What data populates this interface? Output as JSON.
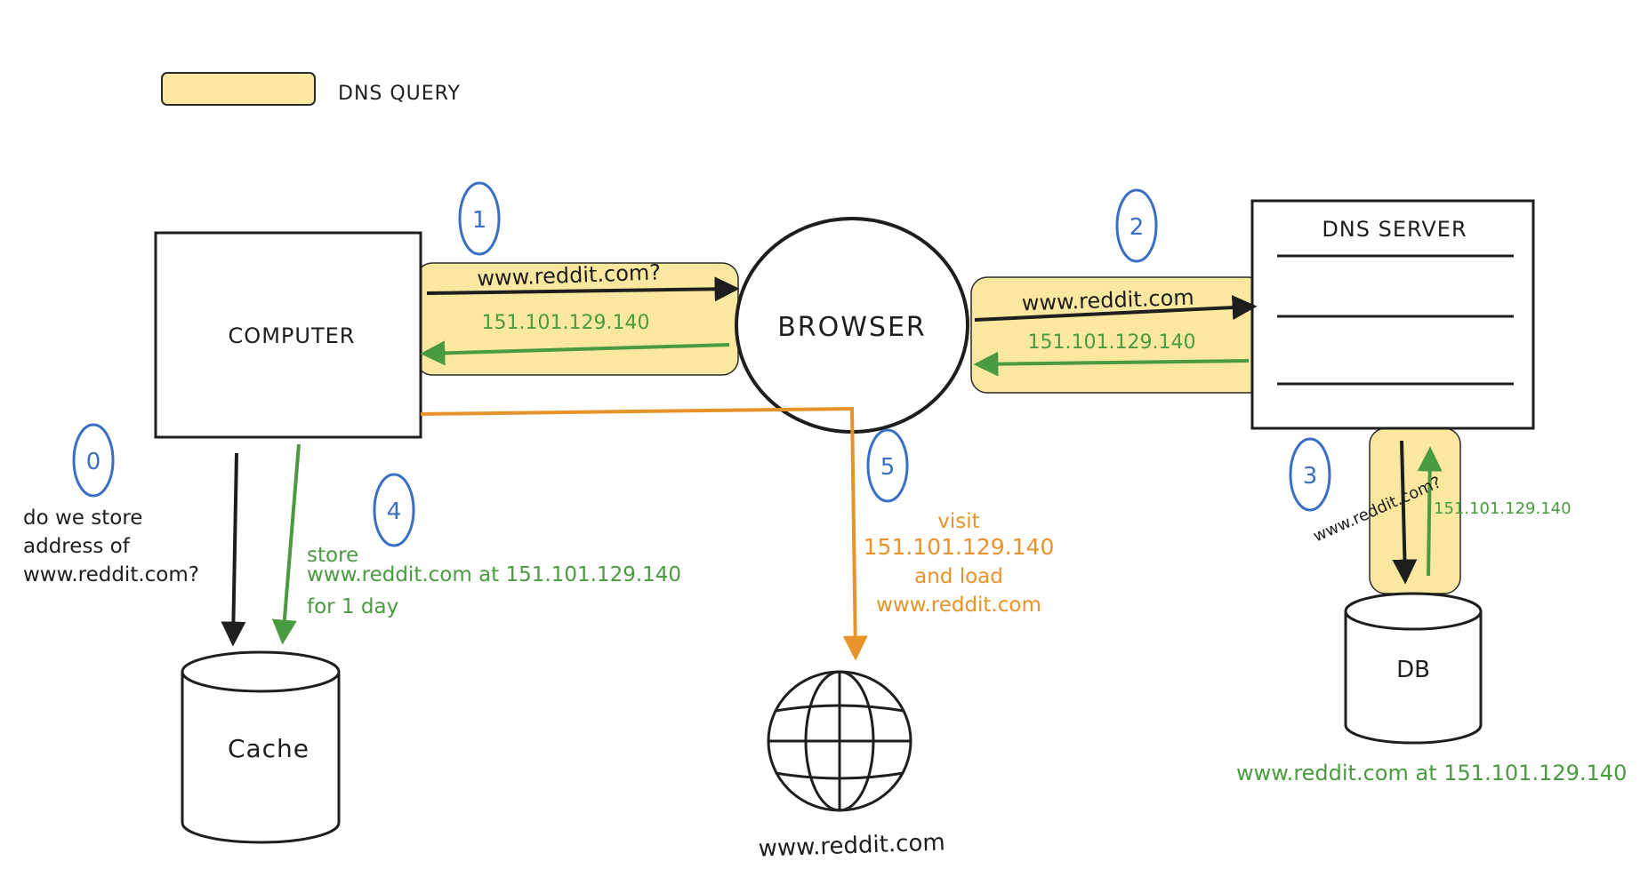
{
  "legend": {
    "label": "DNS QUERY",
    "swatch_color": "#fbe8a0"
  },
  "nodes": {
    "computer": "COMPUTER",
    "browser": "BROWSER",
    "dns_server": "DNS SERVER",
    "cache": "Cache",
    "db": "DB",
    "website": "www.reddit.com"
  },
  "steps": {
    "s0": {
      "number": "0",
      "lines": [
        "do we store",
        "address of",
        "www.reddit.com?"
      ]
    },
    "s1": {
      "number": "1",
      "query": "www.reddit.com?",
      "response": "151.101.129.140"
    },
    "s2": {
      "number": "2",
      "query": "www.reddit.com",
      "response": "151.101.129.140"
    },
    "s3": {
      "number": "3",
      "query": "www.reddit.com?",
      "response": "151.101.129.140"
    },
    "s4": {
      "number": "4",
      "lines": [
        "store",
        "www.reddit.com at 151.101.129.140",
        "for 1 day"
      ]
    },
    "s5": {
      "number": "5",
      "lines": [
        "visit",
        "151.101.129.140",
        "and load",
        "www.reddit.com"
      ]
    }
  },
  "db_record": "www.reddit.com at 151.101.129.140",
  "colors": {
    "black": "#1e1e1e",
    "green": "#4a9a3f",
    "orange": "#e8922a",
    "blue": "#3a6fc4",
    "highlight": "#fbe8a0",
    "highlight_border": "#2a2a2a"
  }
}
